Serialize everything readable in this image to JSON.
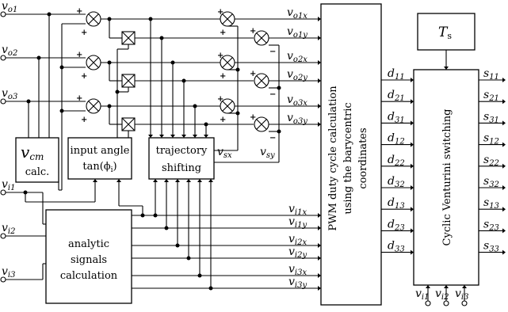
{
  "inputs_vo": [
    {
      "base": "v",
      "sub": "o1"
    },
    {
      "base": "v",
      "sub": "o2"
    },
    {
      "base": "v",
      "sub": "o3"
    }
  ],
  "inputs_vi": [
    {
      "base": "v",
      "sub": "i1"
    },
    {
      "base": "v",
      "sub": "i2"
    },
    {
      "base": "v",
      "sub": "i3"
    }
  ],
  "outputs_vo": [
    {
      "base": "v",
      "sub": "o1x"
    },
    {
      "base": "v",
      "sub": "o1y"
    },
    {
      "base": "v",
      "sub": "o2x"
    },
    {
      "base": "v",
      "sub": "o2y"
    },
    {
      "base": "v",
      "sub": "o3x"
    },
    {
      "base": "v",
      "sub": "o3y"
    }
  ],
  "outputs_vi": [
    {
      "base": "v",
      "sub": "i1x"
    },
    {
      "base": "v",
      "sub": "i1y"
    },
    {
      "base": "v",
      "sub": "i2x"
    },
    {
      "base": "v",
      "sub": "i2y"
    },
    {
      "base": "v",
      "sub": "i3x"
    },
    {
      "base": "v",
      "sub": "i3y"
    }
  ],
  "duty": [
    {
      "base": "d",
      "sub": "11"
    },
    {
      "base": "d",
      "sub": "21"
    },
    {
      "base": "d",
      "sub": "31"
    },
    {
      "base": "d",
      "sub": "12"
    },
    {
      "base": "d",
      "sub": "22"
    },
    {
      "base": "d",
      "sub": "32"
    },
    {
      "base": "d",
      "sub": "13"
    },
    {
      "base": "d",
      "sub": "23"
    },
    {
      "base": "d",
      "sub": "33"
    }
  ],
  "switches": [
    {
      "base": "s",
      "sub": "11"
    },
    {
      "base": "s",
      "sub": "21"
    },
    {
      "base": "s",
      "sub": "31"
    },
    {
      "base": "s",
      "sub": "12"
    },
    {
      "base": "s",
      "sub": "22"
    },
    {
      "base": "s",
      "sub": "32"
    },
    {
      "base": "s",
      "sub": "13"
    },
    {
      "base": "s",
      "sub": "23"
    },
    {
      "base": "s",
      "sub": "33"
    }
  ],
  "bottom_inputs": [
    {
      "base": "v",
      "sub": "i1"
    },
    {
      "base": "v",
      "sub": "i2"
    },
    {
      "base": "v",
      "sub": "i3"
    }
  ],
  "vs_labels": [
    {
      "base": "v",
      "sub": "sx"
    },
    {
      "base": "v",
      "sub": "sy"
    }
  ],
  "signs": {
    "plus": "+",
    "minus": "−"
  },
  "blocks": {
    "vcm": {
      "base": "v",
      "sub": "cm",
      "line2": "calc."
    },
    "input_angle": {
      "line1": "input angle",
      "line2": "tan(ϕ",
      "line2_sub": "i",
      "line2_end": ")"
    },
    "trajectory": {
      "line1": "trajectory",
      "line2": "shifting"
    },
    "analytic": {
      "line1": "analytic",
      "line2": "signals",
      "line3": "calculation"
    },
    "pwm": {
      "line1": "PWM duty cycle calculation",
      "line2": "using the barycentric",
      "line3": "coordinates"
    },
    "ts": {
      "base": "T",
      "sub": "s"
    },
    "venturini": {
      "label": "Cyclic Venturini switching"
    }
  }
}
